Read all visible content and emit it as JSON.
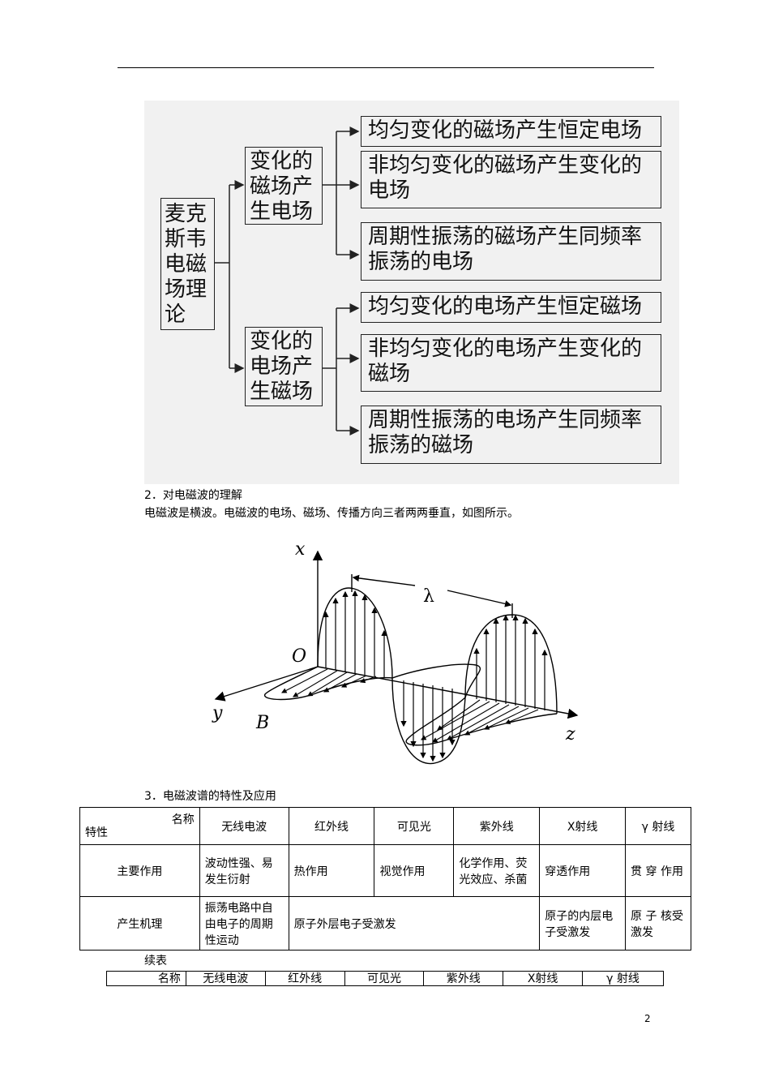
{
  "concept_map": {
    "root": "麦克斯韦电磁场理论",
    "branches": [
      {
        "label": "变化的磁场产生电场",
        "leaves": [
          "均匀变化的磁场产生恒定电场",
          "非均匀变化的磁场产生变化的电场",
          "周期性振荡的磁场产生同频率振荡的电场"
        ]
      },
      {
        "label": "变化的电场产生磁场",
        "leaves": [
          "均匀变化的电场产生恒定磁场",
          "非均匀变化的电场产生变化的磁场",
          "周期性振荡的电场产生同频率振荡的磁场"
        ]
      }
    ]
  },
  "section2": {
    "heading": "2．对电磁波的理解",
    "text": "电磁波是横波。电磁波的电场、磁场、传播方向三者两两垂直，如图所示。"
  },
  "wave_figure": {
    "axis_x": "x",
    "axis_y": "y",
    "axis_z": "z",
    "origin": "O",
    "b_label": "B",
    "lambda": "λ"
  },
  "section3": {
    "heading": "3．电磁波谱的特性及应用"
  },
  "table1": {
    "header_name": "名称",
    "header_prop": "特性",
    "columns": [
      "无线电波",
      "红外线",
      "可见光",
      "紫外线",
      "X射线",
      "γ 射线"
    ],
    "row1_label": "主要作用",
    "row1": [
      "波动性强、易发生衍射",
      "热作用",
      "视觉作用",
      "化学作用、荧光效应、杀菌",
      "穿透作用",
      "贯 穿 作用"
    ],
    "row2_label": "产生机理",
    "row2_radio": "振荡电路中自由电子的周期性运动",
    "row2_outer": "原子外层电子受激发",
    "row2_inner": "原子的内层电子受激发",
    "row2_nucleus": "原 子 核受激发"
  },
  "continued": "续表",
  "table2": {
    "first": "名称",
    "columns": [
      "无线电波",
      "红外线",
      "可见光",
      "紫外线",
      "X射线",
      "γ 射线"
    ]
  },
  "page_number": "2"
}
